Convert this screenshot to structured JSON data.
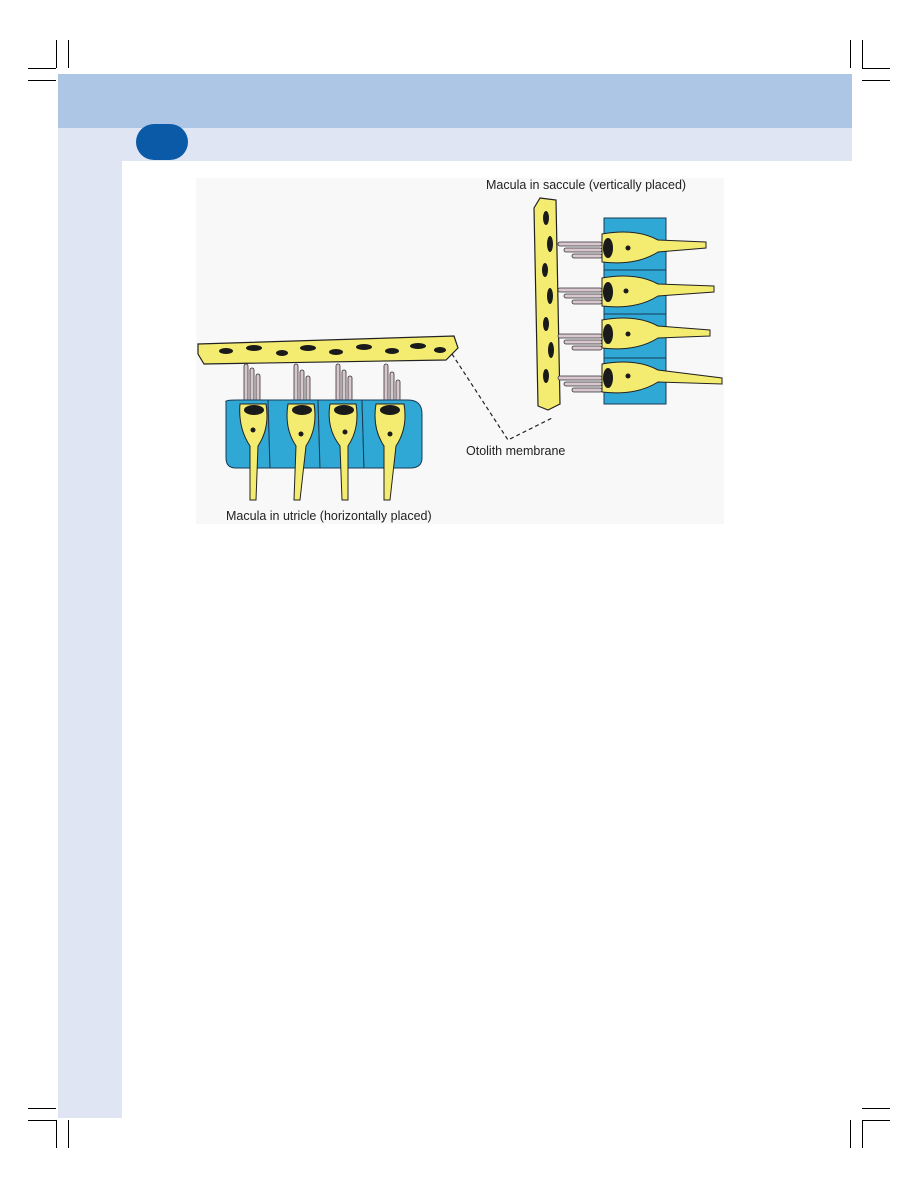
{
  "figure": {
    "labels": {
      "saccule": "Macula in saccule (vertically placed)",
      "otolith": "Otolith membrane",
      "utricle": "Macula in utricle (horizontally placed)"
    },
    "colors": {
      "hair_cell": "#f4ec70",
      "supporting_cell": "#2fa8d6",
      "otolith_membrane": "#f4ec70",
      "stereocilia": "#d9c7cf",
      "nucleus": "#1a1a1a"
    }
  }
}
